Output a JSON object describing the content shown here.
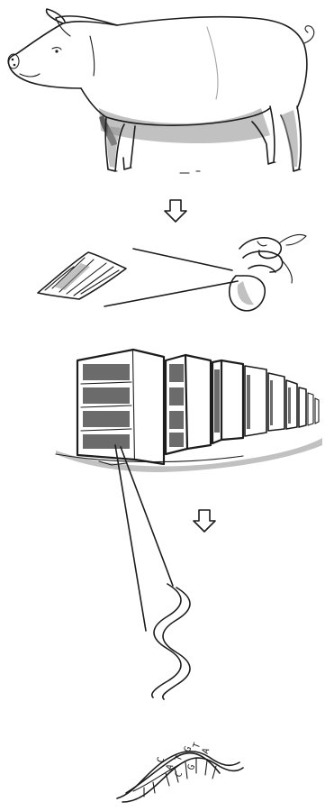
{
  "diagram": {
    "stages": [
      {
        "id": "animal",
        "icon": "pig-icon"
      },
      {
        "id": "tissue",
        "icon": "tissue-sample-icon"
      },
      {
        "id": "library",
        "icon": "library-shelves-icon"
      },
      {
        "id": "dna",
        "icon": "dna-strand-icon"
      },
      {
        "id": "sequence",
        "icon": "double-helix-icon"
      }
    ],
    "arrows": [
      "down-arrow-icon",
      "down-arrow-icon"
    ],
    "helix_letters": [
      "C",
      "A",
      "T",
      "G",
      "T",
      "A",
      "C",
      "G"
    ],
    "colors": {
      "ink": "#1c1c1c",
      "shade": "#8e8e8e",
      "background": "#ffffff"
    }
  }
}
